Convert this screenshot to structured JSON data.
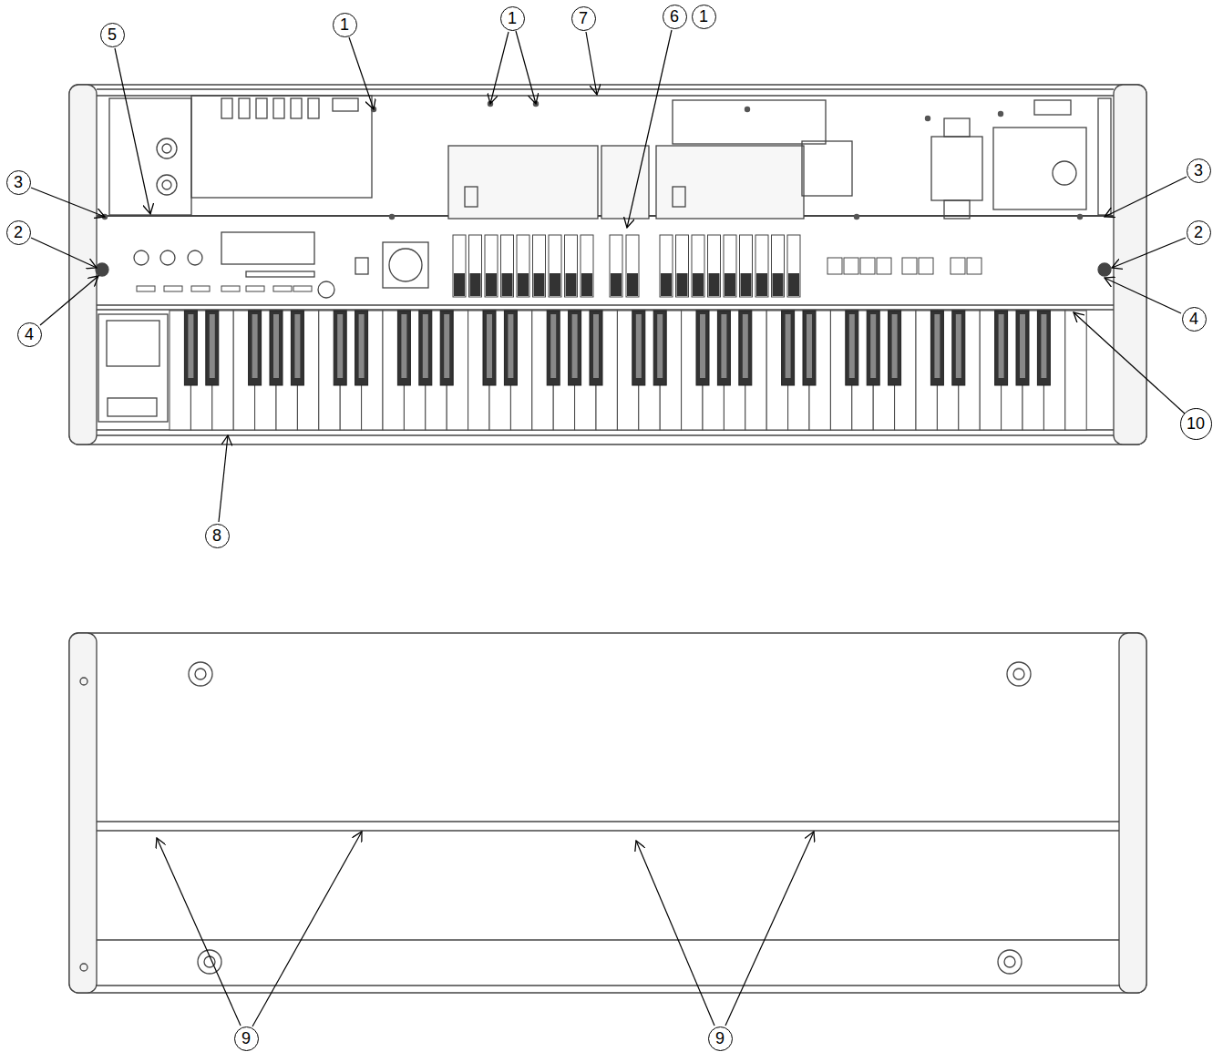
{
  "diagram": {
    "labels": [
      "1",
      "1",
      "7",
      "6",
      "1",
      "5",
      "3",
      "3",
      "2",
      "2",
      "4",
      "4",
      "10",
      "8",
      "9",
      "9"
    ]
  }
}
